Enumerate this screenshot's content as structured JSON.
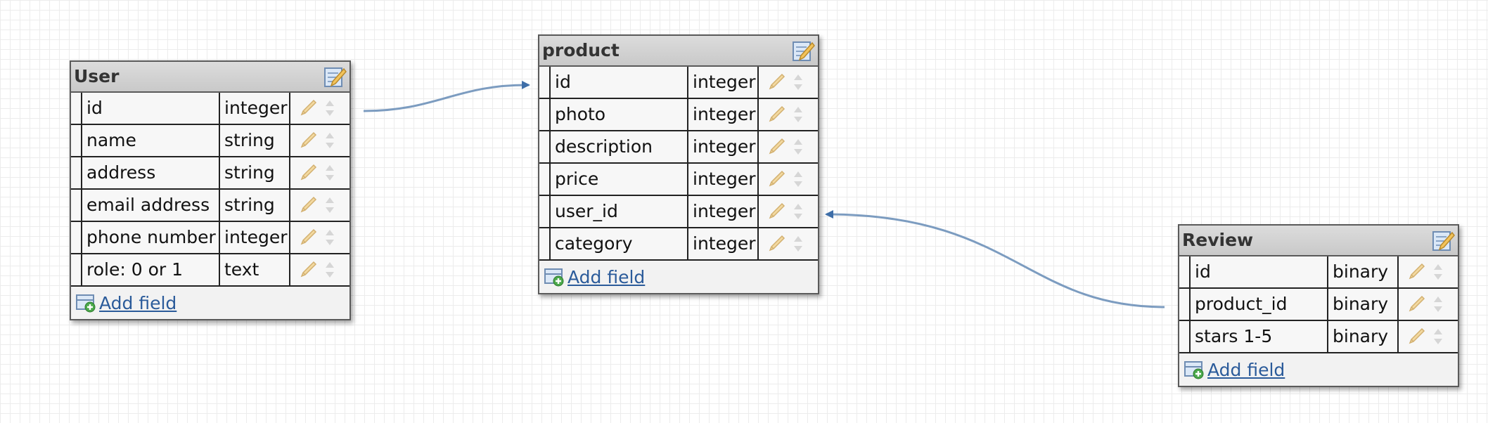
{
  "tables": [
    {
      "title": "User",
      "fields": [
        {
          "name": "id",
          "type": "integer"
        },
        {
          "name": "name",
          "type": "string"
        },
        {
          "name": "address",
          "type": "string"
        },
        {
          "name": "email address",
          "type": "string"
        },
        {
          "name": "phone number",
          "type": "integer"
        },
        {
          "name": "role: 0 or 1",
          "type": "text"
        }
      ],
      "add_label": "Add field"
    },
    {
      "title": "product",
      "fields": [
        {
          "name": "id",
          "type": "integer"
        },
        {
          "name": "photo",
          "type": "integer"
        },
        {
          "name": "description",
          "type": "integer"
        },
        {
          "name": "price",
          "type": "integer"
        },
        {
          "name": "user_id",
          "type": "integer"
        },
        {
          "name": "category",
          "type": "integer"
        }
      ],
      "add_label": "Add field"
    },
    {
      "title": "Review",
      "fields": [
        {
          "name": "id",
          "type": "binary"
        },
        {
          "name": "product_id",
          "type": "binary"
        },
        {
          "name": "stars 1-5",
          "type": "binary"
        }
      ],
      "add_label": "Add field"
    }
  ],
  "relations": [
    {
      "from": "User.id",
      "to": "product.id"
    },
    {
      "from": "Review.product_id",
      "to": "product.user_id"
    }
  ],
  "colors": {
    "connector": "#7c9cc0",
    "arrowhead": "#3e6ea8",
    "link": "#2b5b9a"
  },
  "icons": {
    "edit_table": "edit-table-icon",
    "edit_field": "pencil-icon",
    "reorder": "up-down-arrows-icon",
    "add_field": "add-field-icon"
  }
}
